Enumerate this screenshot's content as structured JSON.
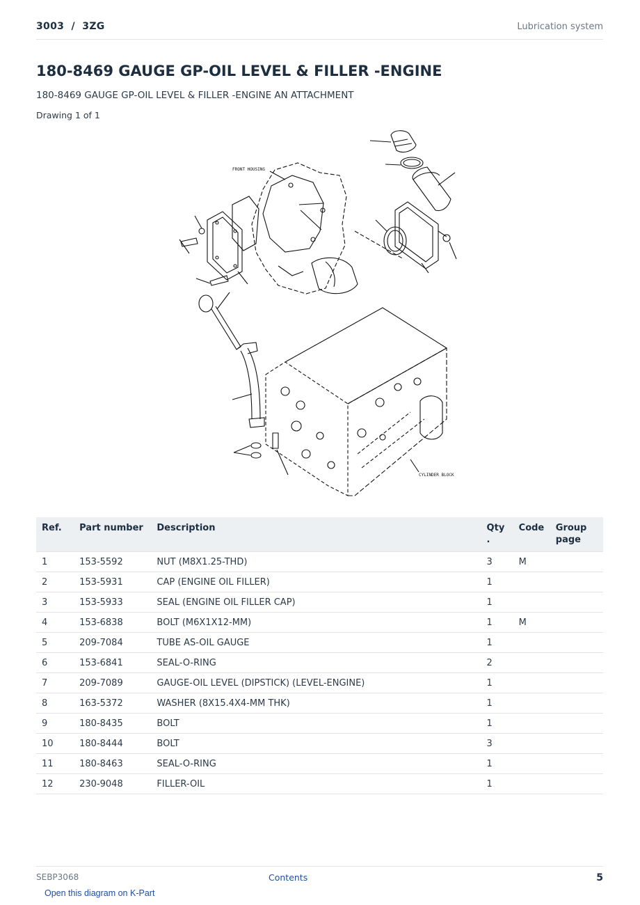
{
  "header": {
    "model": "3003  /  3ZG",
    "section": "Lubrication system"
  },
  "title": "180-8469 GAUGE GP-OIL LEVEL & FILLER -ENGINE",
  "subtitle": "180-8469 GAUGE GP-OIL LEVEL & FILLER -ENGINE AN ATTACHMENT",
  "drawing_count": "Drawing 1 of 1",
  "diagram": {
    "front_label": "FRONT HOUSING",
    "block_label": "CYLINDER BLOCK"
  },
  "table": {
    "headers": {
      "ref": "Ref.",
      "part": "Part number",
      "desc": "Description",
      "qty": "Qty\n.",
      "code": "Code",
      "group": "Group page"
    },
    "rows": [
      {
        "ref": "1",
        "part": "153-5592",
        "desc": "NUT (M8X1.25-THD)",
        "qty": "3",
        "code": "M",
        "group": ""
      },
      {
        "ref": "2",
        "part": "153-5931",
        "desc": "CAP (ENGINE OIL FILLER)",
        "qty": "1",
        "code": "",
        "group": ""
      },
      {
        "ref": "3",
        "part": "153-5933",
        "desc": "SEAL (ENGINE OIL FILLER CAP)",
        "qty": "1",
        "code": "",
        "group": ""
      },
      {
        "ref": "4",
        "part": "153-6838",
        "desc": "BOLT (M6X1X12-MM)",
        "qty": "1",
        "code": "M",
        "group": ""
      },
      {
        "ref": "5",
        "part": "209-7084",
        "desc": "TUBE AS-OIL GAUGE",
        "qty": "1",
        "code": "",
        "group": ""
      },
      {
        "ref": "6",
        "part": "153-6841",
        "desc": "SEAL-O-RING",
        "qty": "2",
        "code": "",
        "group": ""
      },
      {
        "ref": "7",
        "part": "209-7089",
        "desc": "GAUGE-OIL LEVEL (DIPSTICK) (LEVEL-ENGINE)",
        "qty": "1",
        "code": "",
        "group": ""
      },
      {
        "ref": "8",
        "part": "163-5372",
        "desc": "WASHER (8X15.4X4-MM THK)",
        "qty": "1",
        "code": "",
        "group": ""
      },
      {
        "ref": "9",
        "part": "180-8435",
        "desc": "BOLT",
        "qty": "1",
        "code": "",
        "group": ""
      },
      {
        "ref": "10",
        "part": "180-8444",
        "desc": "BOLT",
        "qty": "3",
        "code": "",
        "group": ""
      },
      {
        "ref": "11",
        "part": "180-8463",
        "desc": "SEAL-O-RING",
        "qty": "1",
        "code": "",
        "group": ""
      },
      {
        "ref": "12",
        "part": "230-9048",
        "desc": "FILLER-OIL",
        "qty": "1",
        "code": "",
        "group": ""
      }
    ]
  },
  "footer": {
    "doc_code": "SEBP3068",
    "contents": "Contents",
    "page": "5",
    "kpart_link": "Open this diagram on K-Part"
  }
}
